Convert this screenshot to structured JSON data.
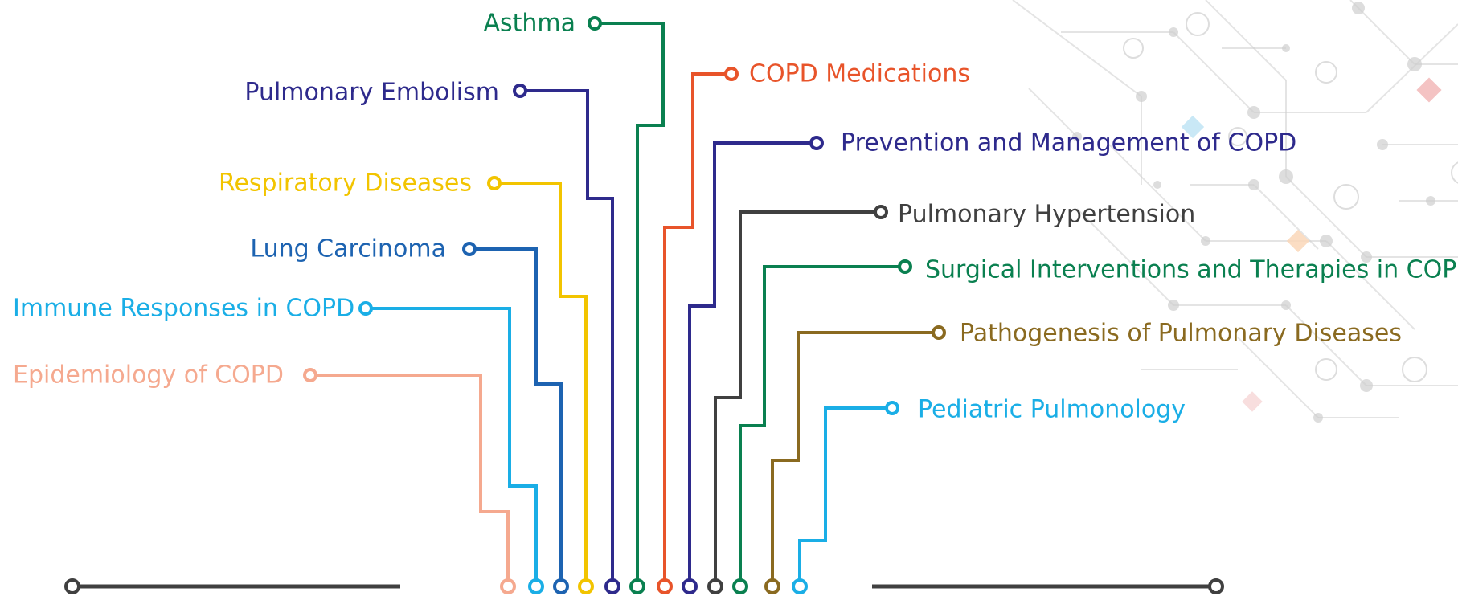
{
  "diagram": {
    "topics": [
      {
        "id": "asthma",
        "label": "Asthma",
        "color": "#0a8050"
      },
      {
        "id": "pulmonary-embolism",
        "label": "Pulmonary Embolism",
        "color": "#2e2a8c"
      },
      {
        "id": "respiratory-diseases",
        "label": "Respiratory Diseases",
        "color": "#f2c400"
      },
      {
        "id": "lung-carcinoma",
        "label": "Lung Carcinoma",
        "color": "#1d63b1"
      },
      {
        "id": "immune-responses",
        "label": "Immune Responses in COPD",
        "color": "#1aaee6"
      },
      {
        "id": "epidemiology",
        "label": "Epidemiology of COPD",
        "color": "#f5a98f"
      },
      {
        "id": "copd-medications",
        "label": "COPD Medications",
        "color": "#e8542a"
      },
      {
        "id": "prevention-management",
        "label": "Prevention and Management of COPD",
        "color": "#2e2a8c"
      },
      {
        "id": "pulmonary-hypertension",
        "label": "Pulmonary Hypertension",
        "color": "#404040"
      },
      {
        "id": "surgical-interventions",
        "label": "Surgical Interventions and Therapies in COPD",
        "color": "#0a8050"
      },
      {
        "id": "pathogenesis",
        "label": "Pathogenesis of Pulmonary Diseases",
        "color": "#8a6a20"
      },
      {
        "id": "pediatric-pulmonology",
        "label": "Pediatric Pulmonology",
        "color": "#1aaee6"
      }
    ],
    "baseline_color": "#404040",
    "decor_colors": [
      "#cfcfcf",
      "#f2b8b8",
      "#bfe4f5",
      "#fad7b8",
      "#f7d8d8"
    ]
  }
}
